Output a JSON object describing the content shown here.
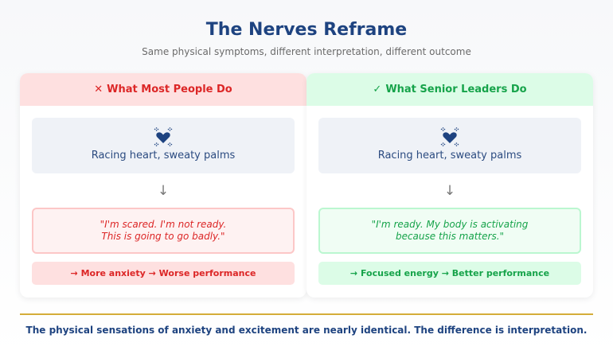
{
  "header": {
    "title": "The Nerves Reframe",
    "subtitle": "Same physical symptoms, different interpretation, different outcome"
  },
  "columns": [
    {
      "id": "most-people",
      "mark": "✕",
      "mark_icon": "x-mark-icon",
      "label": "What Most People Do",
      "symptom_icon": "beating-heart-icon",
      "symptom": "Racing heart, sweaty palms",
      "arrow": "↓",
      "thought": "\"I'm scared. I'm not ready.\nThis is going to go badly.\"",
      "outcome": "→ More anxiety → Worse performance",
      "accent_color": "#dc2626"
    },
    {
      "id": "senior-leaders",
      "mark": "✓",
      "mark_icon": "checkmark-icon",
      "label": "What Senior Leaders Do",
      "symptom_icon": "beating-heart-icon",
      "symptom": "Racing heart, sweaty palms",
      "arrow": "↓",
      "thought": "\"I'm ready. My body is activating\nbecause this matters.\"",
      "outcome": "→ Focused energy → Better performance",
      "accent_color": "#16a34a"
    }
  ],
  "footer": {
    "text": "The physical sensations of anxiety and excitement are nearly identical. The difference is interpretation.",
    "divider_color": "#d4ad3a"
  }
}
